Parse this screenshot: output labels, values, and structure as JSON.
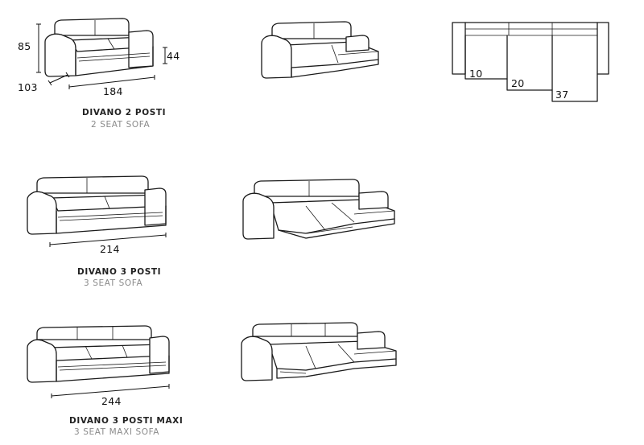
{
  "products": [
    {
      "name_it": "DIVANO 2 POSTI",
      "name_en": "2 SEAT SOFA",
      "width": "184",
      "depth": "103",
      "height": "85",
      "seat_height": "44"
    },
    {
      "name_it": "DIVANO 3 POSTI",
      "name_en": "3 SEAT SOFA",
      "width": "214"
    },
    {
      "name_it": "DIVANO 3 POSTI MAXI",
      "name_en": "3 SEAT MAXI SOFA",
      "width": "244"
    }
  ],
  "extension_detail": {
    "steps": [
      "10",
      "20",
      "37"
    ]
  }
}
